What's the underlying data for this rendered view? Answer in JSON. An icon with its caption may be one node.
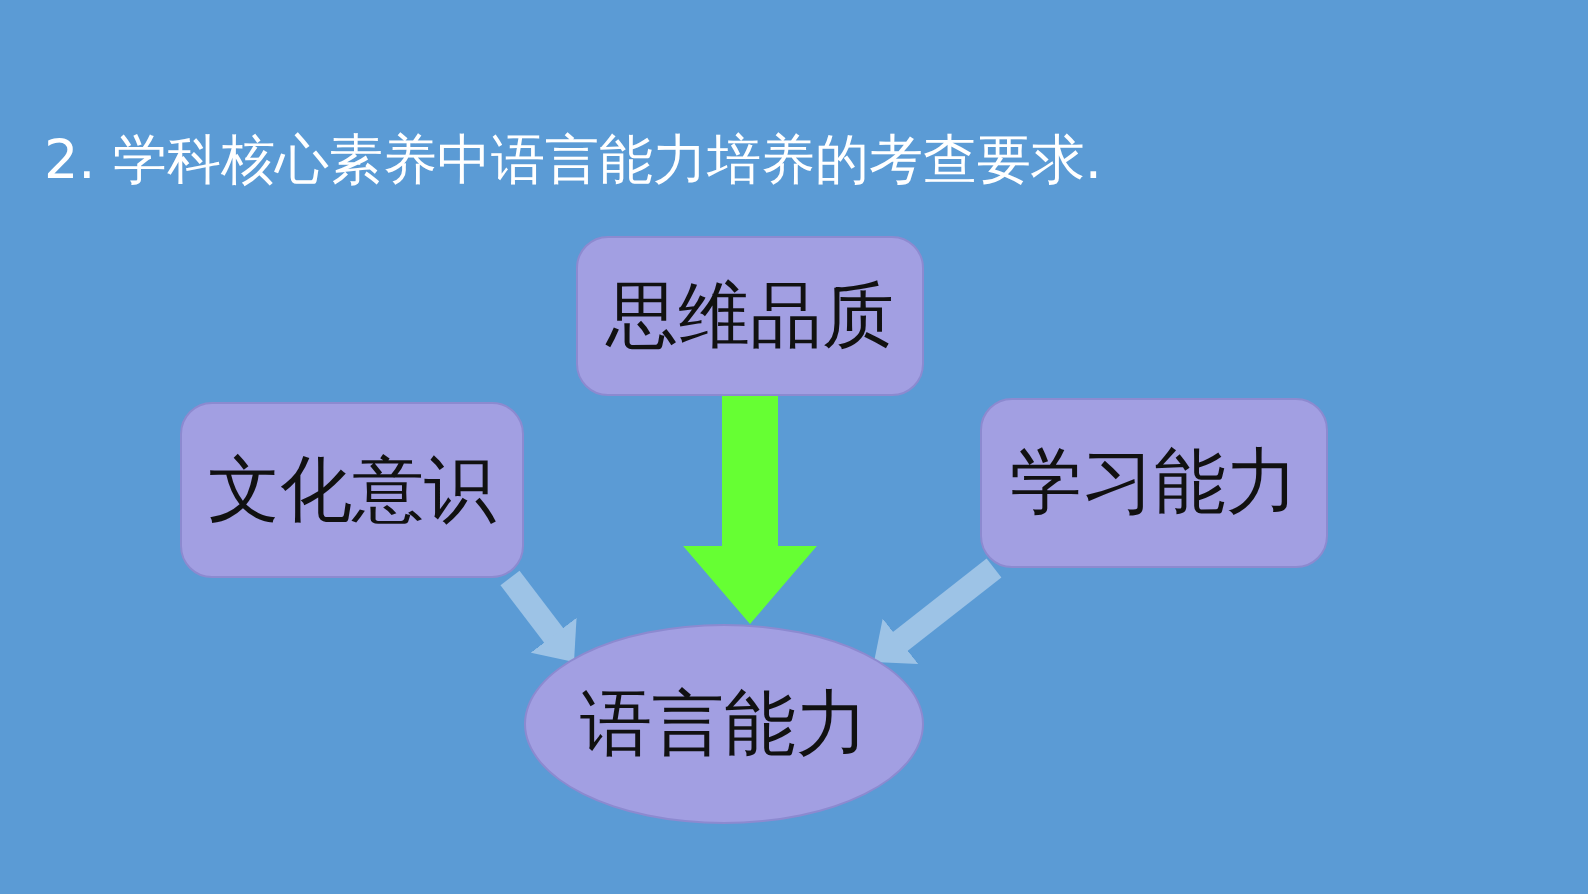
{
  "diagram": {
    "title": "2. 学科核心素养中语言能力培养的考查要求.",
    "nodes": [
      {
        "text": [
          "思维品质"
        ]
      },
      {
        "text": [
          "文化意识"
        ]
      },
      {
        "text": [
          "学习能力"
        ]
      },
      {
        "text": [
          "语言能力"
        ]
      }
    ],
    "edges": [
      {
        "from": 1,
        "to": 3,
        "arrow": "to"
      },
      {
        "from": 0,
        "to": 3,
        "arrow": "to",
        "style": "thick",
        "color": "#66ff33"
      },
      {
        "from": 2,
        "to": 3,
        "arrow": "to"
      }
    ]
  }
}
